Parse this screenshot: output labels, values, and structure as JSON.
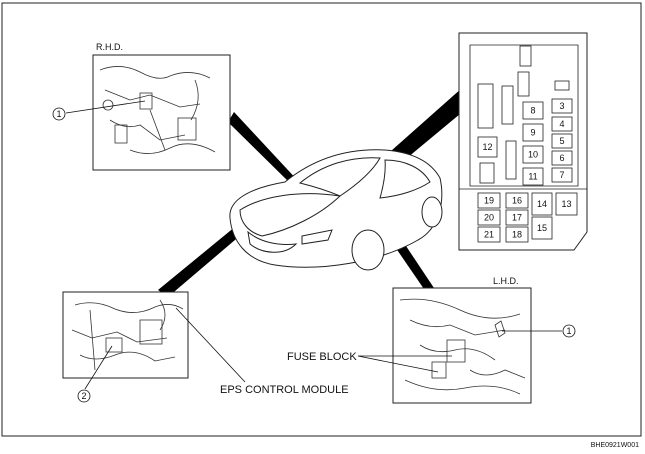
{
  "labels": {
    "rhd": "R.H.D.",
    "lhd": "L.H.D.",
    "fuse_block": "FUSE BLOCK",
    "eps_module": "EPS CONTROL MODULE",
    "figure_code": "BHE0921W001"
  },
  "callouts": {
    "one": "1",
    "two": "2"
  },
  "fuses": {
    "f3": "3",
    "f4": "4",
    "f5": "5",
    "f6": "6",
    "f7": "7",
    "f8": "8",
    "f9": "9",
    "f10": "10",
    "f11": "11",
    "f12": "12",
    "f13": "13",
    "f14": "14",
    "f15": "15",
    "f16": "16",
    "f17": "17",
    "f18": "18",
    "f19": "19",
    "f20": "20",
    "f21": "21"
  }
}
